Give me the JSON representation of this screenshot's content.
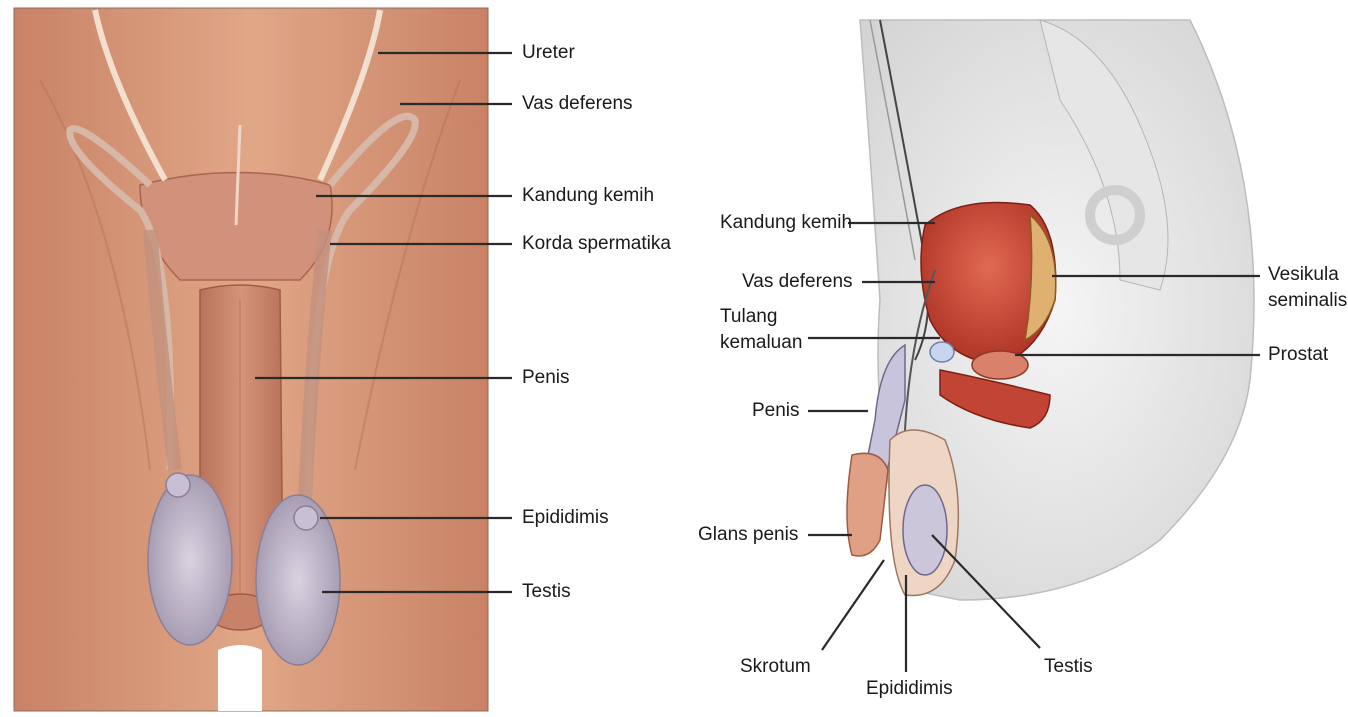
{
  "front_view": {
    "labels": {
      "ureter": "Ureter",
      "vas_deferens": "Vas deferens",
      "kandung_kemih": "Kandung kemih",
      "korda_spermatika": "Korda spermatika",
      "penis": "Penis",
      "epididimis": "Epididimis",
      "testis": "Testis"
    }
  },
  "side_view": {
    "labels": {
      "kandung_kemih": "Kandung kemih",
      "vas_deferens": "Vas deferens",
      "tulang_kemaluan_1": "Tulang",
      "tulang_kemaluan_2": "kemaluan",
      "penis": "Penis",
      "glans_penis": "Glans penis",
      "skrotum": "Skrotum",
      "epididimis": "Epididimis",
      "testis": "Testis",
      "vesikula_seminalis_1": "Vesikula",
      "vesikula_seminalis_2": "seminalis",
      "prostat": "Prostat"
    }
  },
  "colors": {
    "skin": "#d99a7a",
    "organ_red": "#c23a2b",
    "testis_gray": "#b9b0c4",
    "line": "#2a2a2a"
  }
}
